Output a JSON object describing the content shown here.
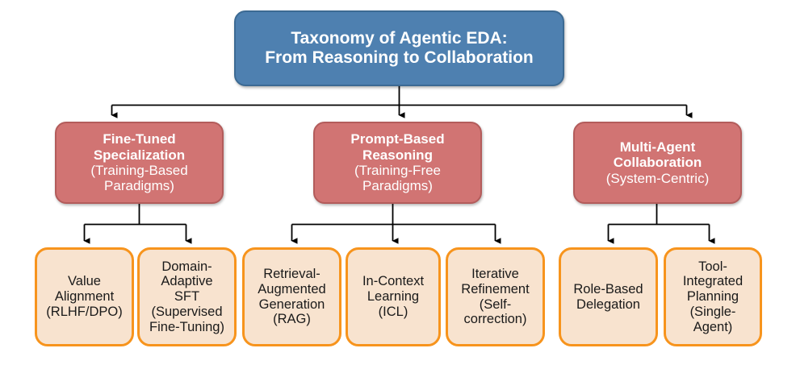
{
  "diagram": {
    "title": "Taxonomy of Agentic EDA: From Reasoning to Collaboration",
    "type": "tree-hierarchy",
    "colors": {
      "root_fill": "#4e80b0",
      "root_border": "#3c6a93",
      "root_text": "#ffffff",
      "category_fill": "#d17473",
      "category_border": "#b35c5b",
      "category_text": "#ffffff",
      "leaf_fill": "#f8e3cf",
      "leaf_border": "#f7941d",
      "leaf_text": "#1a1a1a",
      "edge": "#000000",
      "background": "#ffffff"
    },
    "root": {
      "line1": "Taxonomy of Agentic EDA:",
      "line2": "From Reasoning to Collaboration"
    },
    "categories": [
      {
        "id": "fine-tuned-specialization",
        "bold1": "Fine-Tuned",
        "bold2": "Specialization",
        "sub1": "(Training-Based",
        "sub2": "Paradigms)"
      },
      {
        "id": "prompt-based-reasoning",
        "bold1": "Prompt-Based",
        "bold2": "Reasoning",
        "sub1": "(Training-Free",
        "sub2": "Paradigms)"
      },
      {
        "id": "multi-agent-collaboration",
        "bold1": "Multi-Agent",
        "bold2": "Collaboration",
        "sub1": "(System-Centric)",
        "sub2": ""
      }
    ],
    "leaves": [
      {
        "id": "value-alignment",
        "parent": "fine-tuned-specialization",
        "l1": "Value",
        "l2": "Alignment",
        "l3": "(RLHF/DPO)",
        "l4": "",
        "l5": ""
      },
      {
        "id": "domain-adaptive-sft",
        "parent": "fine-tuned-specialization",
        "l1": "Domain-",
        "l2": "Adaptive",
        "l3": "SFT",
        "l4": "(Supervised",
        "l5": "Fine-Tuning)"
      },
      {
        "id": "retrieval-augmented-generation",
        "parent": "prompt-based-reasoning",
        "l1": "Retrieval-",
        "l2": "Augmented",
        "l3": "Generation",
        "l4": "(RAG)",
        "l5": ""
      },
      {
        "id": "in-context-learning",
        "parent": "prompt-based-reasoning",
        "l1": "In-Context",
        "l2": "Learning",
        "l3": "(ICL)",
        "l4": "",
        "l5": ""
      },
      {
        "id": "iterative-refinement",
        "parent": "prompt-based-reasoning",
        "l1": "Iterative",
        "l2": "Refinement",
        "l3": "(Self-",
        "l4": "correction)",
        "l5": ""
      },
      {
        "id": "role-based-delegation",
        "parent": "multi-agent-collaboration",
        "l1": "Role-Based",
        "l2": "Delegation",
        "l3": "",
        "l4": "",
        "l5": ""
      },
      {
        "id": "tool-integrated-planning",
        "parent": "multi-agent-collaboration",
        "l1": "Tool-",
        "l2": "Integrated",
        "l3": "Planning",
        "l4": "(Single-",
        "l5": "Agent)"
      }
    ]
  }
}
